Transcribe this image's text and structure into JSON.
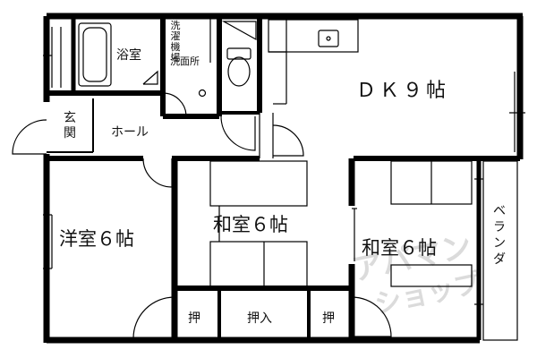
{
  "rooms": {
    "dk": "ＤＫ９帖",
    "washitsu_center": "和室６帖",
    "washitsu_right": "和室６帖",
    "youshitsu": "洋室６帖",
    "bath": "浴室",
    "laundry": "洗濯機場",
    "washroom": "洗面所",
    "genkan": "玄関",
    "hall": "ホール",
    "oshiire_left": "押",
    "oshiire_center": "押入",
    "oshiire_right": "押",
    "veranda": "ベランダ"
  },
  "watermark": {
    "line1": "アパマン",
    "line2": "ショップ"
  }
}
